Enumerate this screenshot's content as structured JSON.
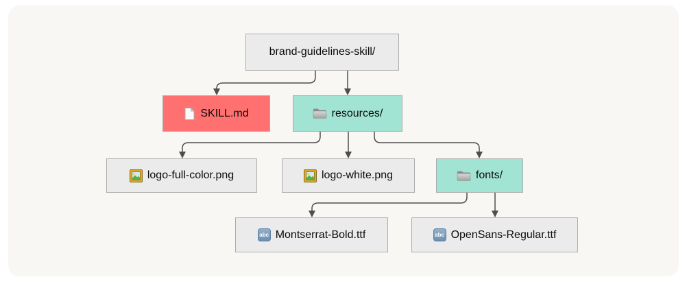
{
  "diagram": {
    "type": "flowchart",
    "direction": "top-down",
    "nodes": [
      {
        "id": "root",
        "label": "brand-guidelines-skill/",
        "icon": "none",
        "fill": "#ebebeb"
      },
      {
        "id": "skill-md",
        "label": "SKILL.md",
        "icon": "document-icon",
        "fill": "#ff7070"
      },
      {
        "id": "resources",
        "label": "resources/",
        "icon": "folder-icon",
        "fill": "#a2e4d3"
      },
      {
        "id": "logo-full-color",
        "label": "logo-full-color.png",
        "icon": "image-icon",
        "fill": "#ebebeb"
      },
      {
        "id": "logo-white",
        "label": "logo-white.png",
        "icon": "image-icon",
        "fill": "#ebebeb"
      },
      {
        "id": "fonts",
        "label": "fonts/",
        "icon": "folder-icon",
        "fill": "#a2e4d3"
      },
      {
        "id": "montserrat-bold",
        "label": "Montserrat-Bold.ttf",
        "icon": "font-abc-icon",
        "fill": "#ebebeb"
      },
      {
        "id": "opensans-regular",
        "label": "OpenSans-Regular.ttf",
        "icon": "font-abc-icon",
        "fill": "#ebebeb"
      }
    ],
    "edges": [
      {
        "from": "root",
        "to": "skill-md"
      },
      {
        "from": "root",
        "to": "resources"
      },
      {
        "from": "resources",
        "to": "logo-full-color"
      },
      {
        "from": "resources",
        "to": "logo-white"
      },
      {
        "from": "resources",
        "to": "fonts"
      },
      {
        "from": "fonts",
        "to": "montserrat-bold"
      },
      {
        "from": "fonts",
        "to": "opensans-regular"
      }
    ],
    "colors": {
      "page_background": "#ffffff",
      "canvas_background": "#f8f7f4",
      "node_default_fill": "#ebebeb",
      "node_border": "#acacac",
      "highlight_red": "#ff7070",
      "highlight_teal": "#a2e4d3",
      "edge_stroke": "#4e4e4e"
    }
  },
  "icons": {
    "font_icon_text": "abc"
  }
}
